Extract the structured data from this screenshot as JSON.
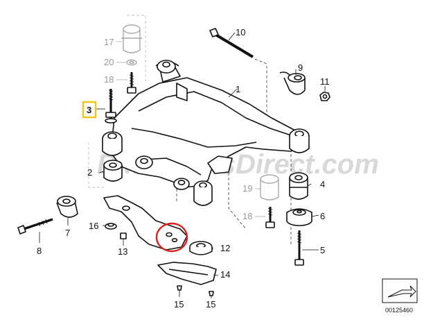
{
  "diagram": {
    "callouts": {
      "c1": "1",
      "c2": "2",
      "c3": "3",
      "c4": "4",
      "c5": "5",
      "c6": "6",
      "c7": "7",
      "c8": "8",
      "c9": "9",
      "c10": "10",
      "c11": "11",
      "c12": "12",
      "c13": "13",
      "c14": "14",
      "c15a": "15",
      "c15b": "15",
      "c16": "16",
      "c17": "17",
      "c18a": "18",
      "c18b": "18",
      "c19": "19",
      "c20": "20"
    },
    "watermark": "BMWPartsDirect.com",
    "reference_number": "00125460",
    "colors": {
      "highlight_box": "#f0c419",
      "highlight_circle": "#d6241f",
      "line": "#111111",
      "ghost_parts": "#a8a8a8"
    }
  }
}
